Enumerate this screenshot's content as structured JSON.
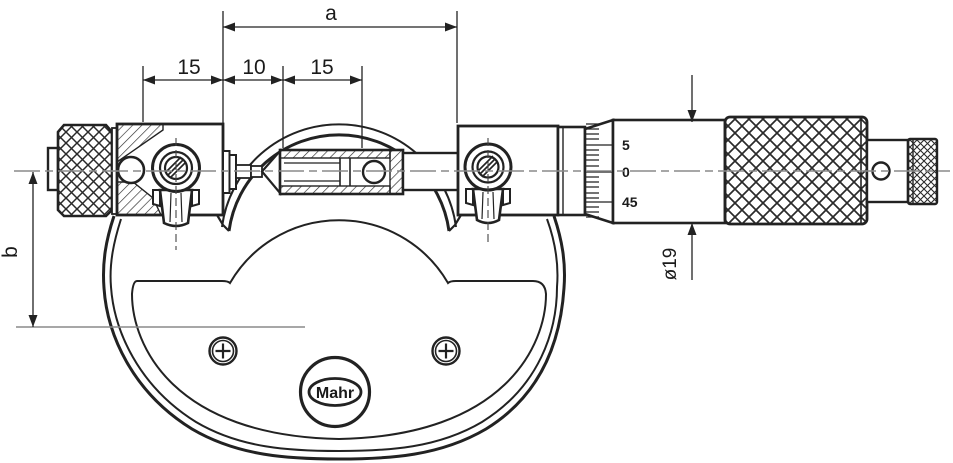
{
  "drawing": {
    "brand_logo": "Mahr",
    "dimensions": {
      "a": "a",
      "b": "b",
      "left_segment": "15",
      "middle_segment": "10",
      "right_segment": "15",
      "thimble_diameter": "ø19"
    },
    "thimble_scale": {
      "upper": "5",
      "zero": "0",
      "lower": "45"
    },
    "colors": {
      "line": "#222222",
      "centerline": "#8a8a8a",
      "background": "#ffffff"
    }
  }
}
